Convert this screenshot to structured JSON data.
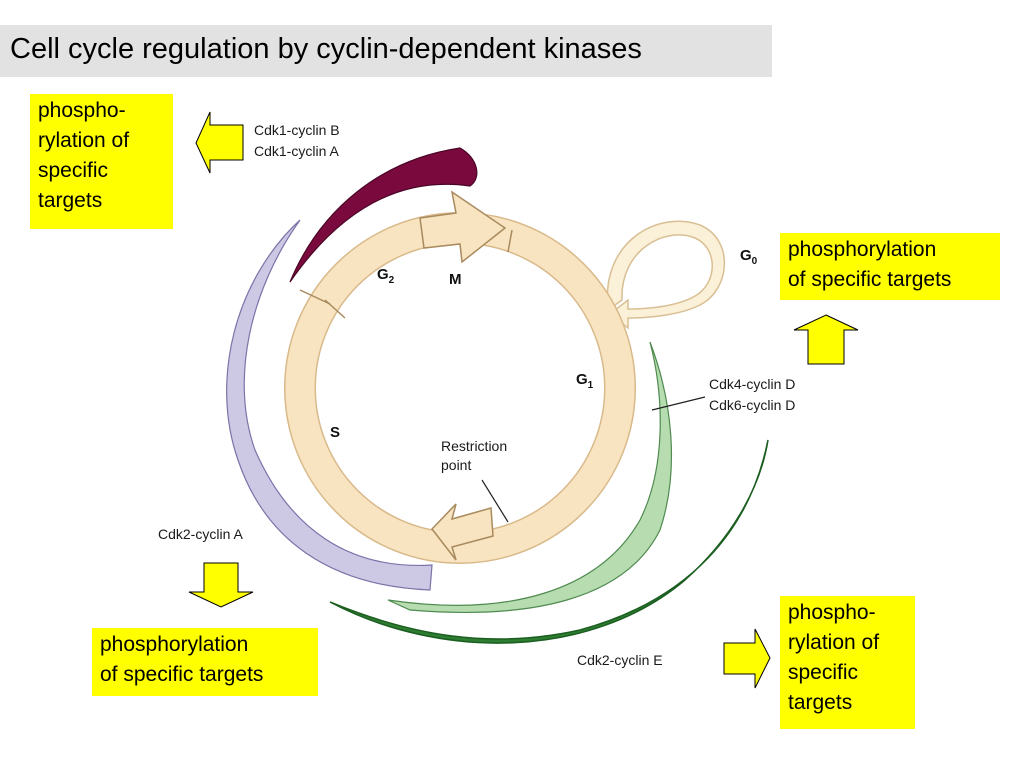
{
  "title": "Cell cycle regulation by cyclin-dependent kinases",
  "phases": {
    "g2": "G",
    "g2_sub": "2",
    "m": "M",
    "g1": "G",
    "g1_sub": "1",
    "s": "S",
    "g0": "G",
    "g0_sub": "0"
  },
  "restriction_point": {
    "line1": "Restriction",
    "line2": "point"
  },
  "complexes": {
    "cdk1_b": "Cdk1-cyclin B",
    "cdk1_a": "Cdk1-cyclin A",
    "cdk4_d": "Cdk4-cyclin D",
    "cdk6_d": "Cdk6-cyclin D",
    "cdk2_a": "Cdk2-cyclin A",
    "cdk2_e": "Cdk2-cyclin E"
  },
  "notes": {
    "top_left": "phospho-\nrylation of\nspecific\ntargets",
    "top_right": "phosphorylation\nof specific targets",
    "bottom_left": "phosphorylation\nof specific targets",
    "bottom_right": "phospho-\nrylation of\nspecific\ntargets"
  },
  "colors": {
    "cycle_ring": "#f8e4c0",
    "cdk1_band": "#7a0a3e",
    "cdk2a_band": "#cdc8e4",
    "cdk46_band": "#b6dcb0",
    "cdk2e_band": "#2e7d32",
    "note_bg": "#ffff00",
    "title_bar": "#e2e2e2"
  },
  "icons": {
    "arrow_left": "yellow-arrow-left",
    "arrow_up": "yellow-arrow-up",
    "arrow_down": "yellow-arrow-down",
    "arrow_right": "yellow-arrow-right"
  }
}
